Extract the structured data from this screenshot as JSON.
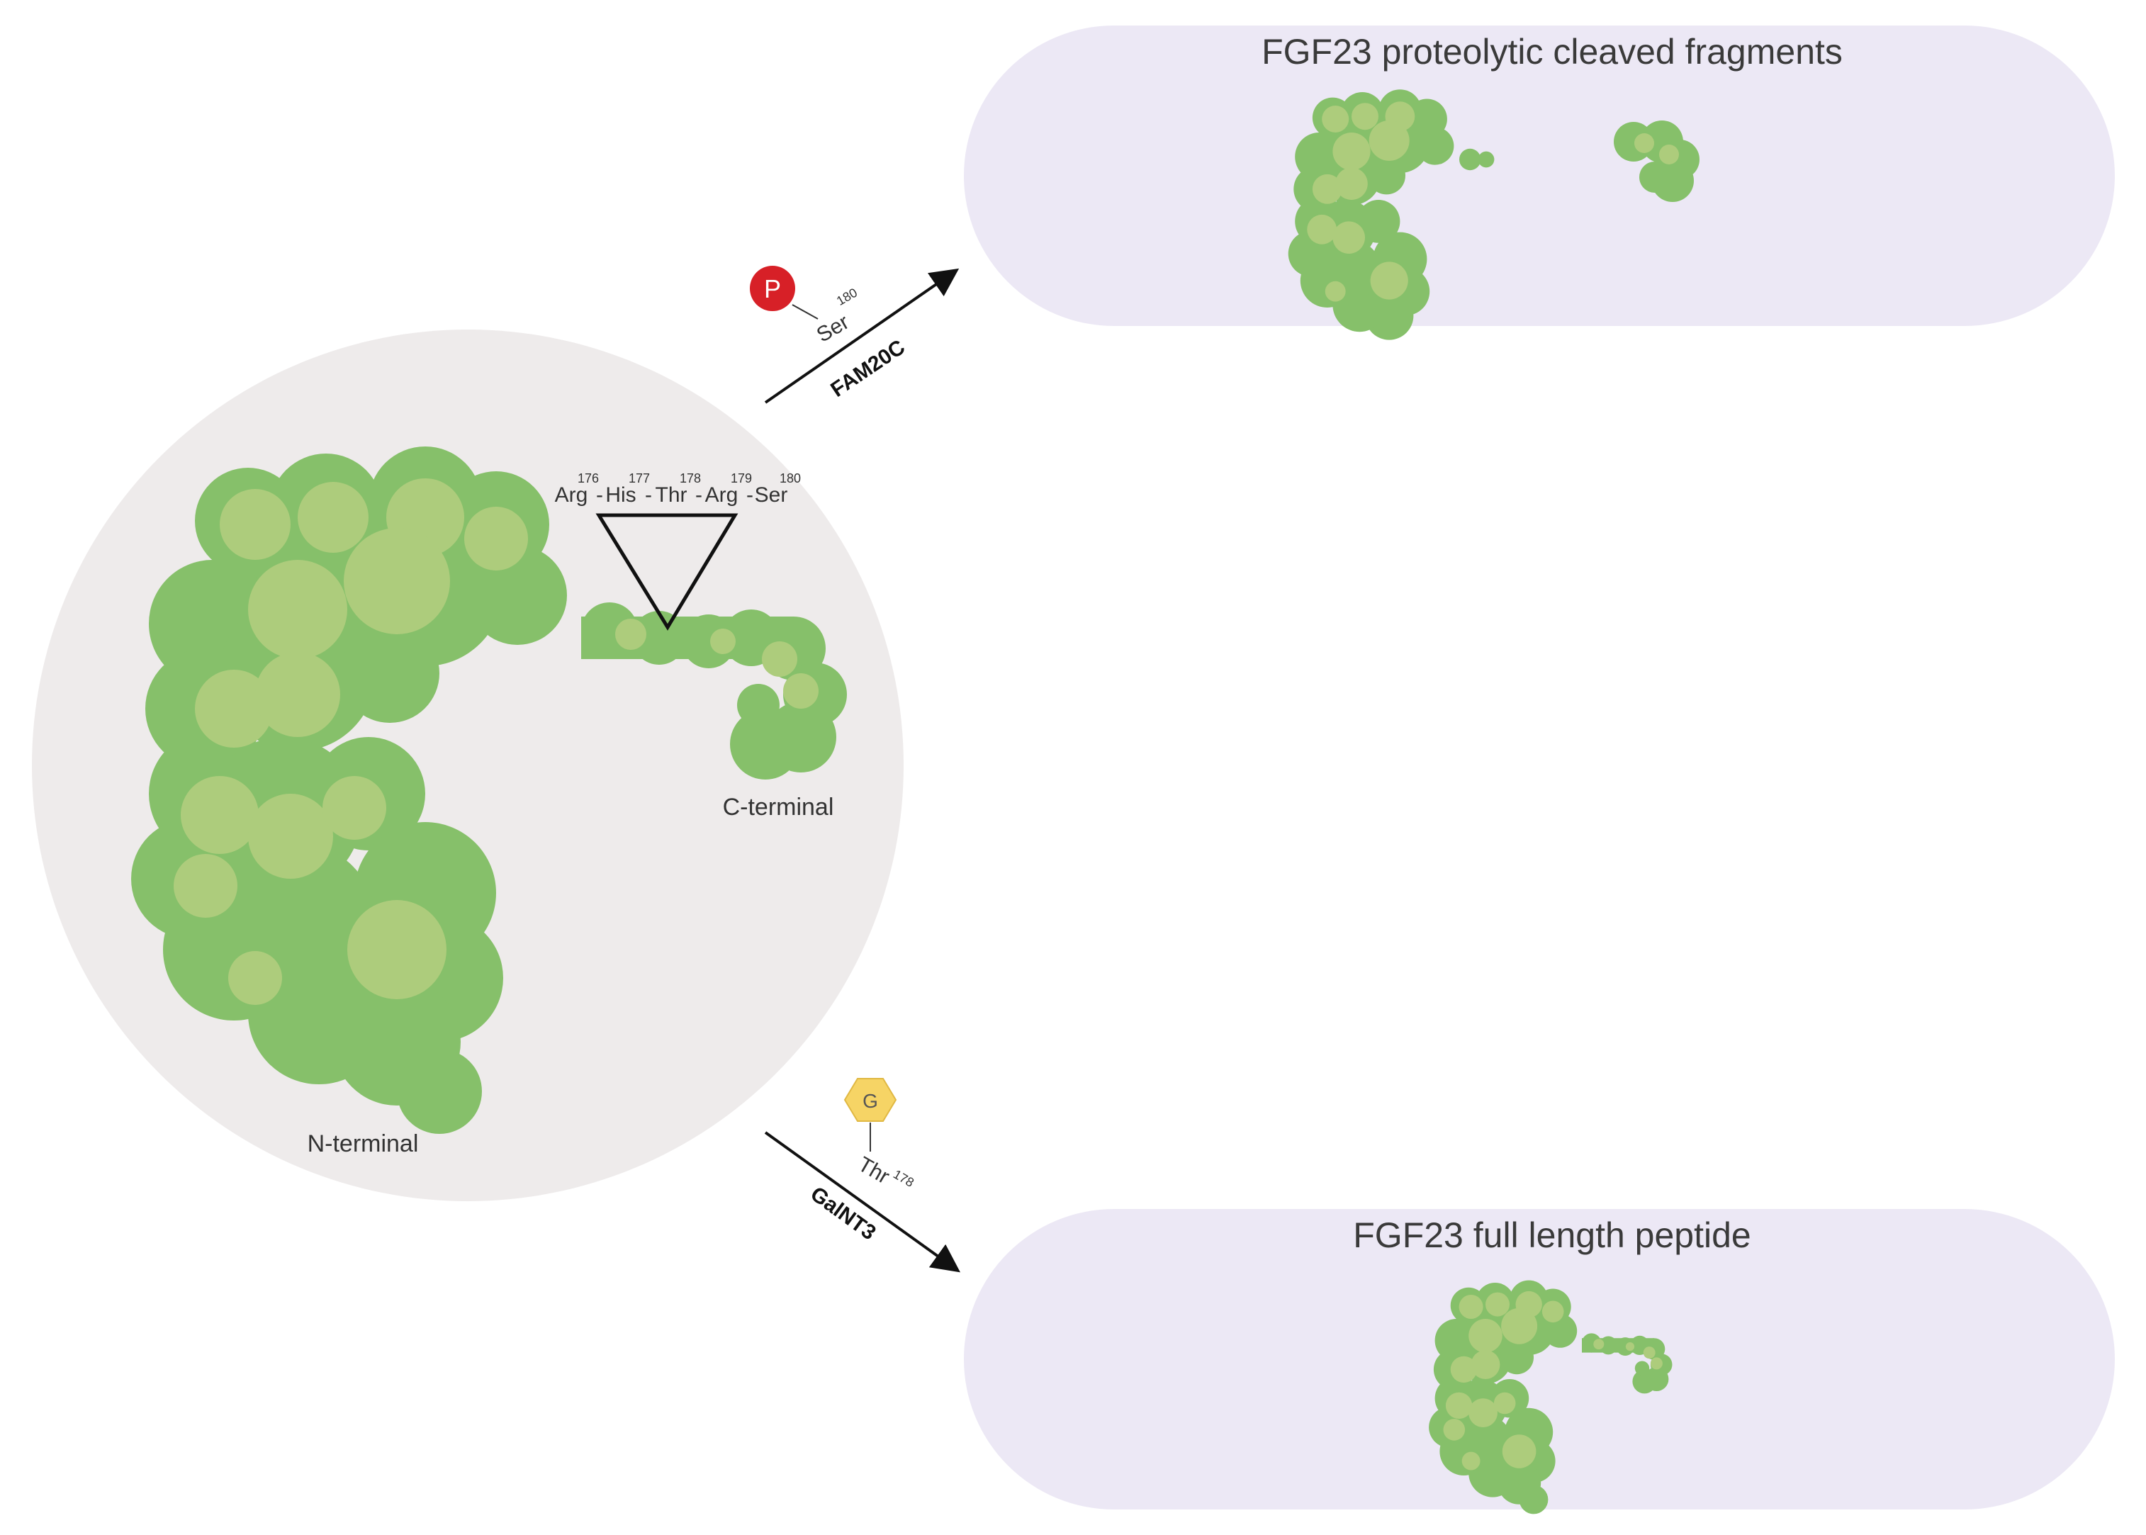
{
  "colors": {
    "background": "#ffffff",
    "circle": "#eeebeb",
    "panel": "#ece8f5",
    "protein_dark": "#86c06a",
    "protein_light": "#adcc7c",
    "phospho": "#d72027",
    "glycan": "#f6d465",
    "arrow": "#111111"
  },
  "panels": {
    "top_title": "FGF23 proteolytic cleaved fragments",
    "bottom_title": "FGF23 full length peptide"
  },
  "protein": {
    "n_terminal": "N-terminal",
    "c_terminal": "C-terminal"
  },
  "sequence": {
    "residues": [
      {
        "name": "Arg",
        "number": "176"
      },
      {
        "name": "His",
        "number": "177"
      },
      {
        "name": "Thr",
        "number": "178"
      },
      {
        "name": "Arg",
        "number": "179"
      },
      {
        "name": "Ser",
        "number": "180"
      }
    ],
    "separator": "-"
  },
  "pathways": {
    "phosphorylation": {
      "enzyme": "FAM20C",
      "mark": "P",
      "residue": "Ser",
      "number": "180",
      "icon": "phosphate-circle-icon"
    },
    "glycosylation": {
      "enzyme": "GalNT3",
      "mark": "G",
      "residue": "Thr",
      "number": "178",
      "icon": "glycan-hexagon-icon"
    }
  }
}
